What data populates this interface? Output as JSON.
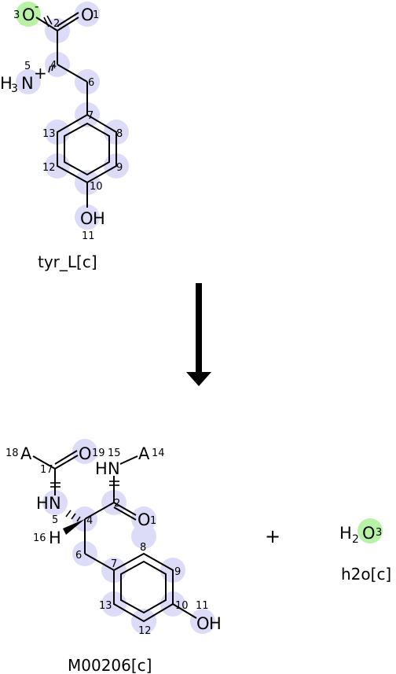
{
  "colors": {
    "atom_highlight": "#dcdcf8",
    "charged_highlight": "#b8f2a6",
    "oxygen": "#cc0000",
    "nitrogen": "#3333cc",
    "hydrogen": "#000000",
    "bond": "#000000",
    "arrow": "#000000"
  },
  "reactant": {
    "name": "tyr_L[c]",
    "atoms": {
      "o3": "O",
      "o3_charge": "-",
      "o1": "O",
      "n5": "N",
      "n5_h": "H",
      "n5_sub": "3",
      "n5_charge": "+",
      "o11": "O",
      "o11_h": "H"
    },
    "atom_numbers": {
      "n1": "1",
      "n2": "2",
      "n3": "3",
      "n4": "4",
      "n5": "5",
      "n6": "6",
      "n7": "7",
      "n8": "8",
      "n9": "9",
      "n10": "10",
      "n11": "11",
      "n12": "12",
      "n13": "13"
    }
  },
  "product": {
    "name": "M00206[c]",
    "atoms": {
      "a18": "A",
      "o19": "O",
      "a14": "A",
      "n15_h": "H",
      "n15": "N",
      "n5_h": "H",
      "n5": "N",
      "o1": "O",
      "h16": "H",
      "o11": "O",
      "o11_h": "H"
    },
    "atom_numbers": {
      "n18": "18",
      "n19": "19",
      "n15": "15",
      "n14": "14",
      "n17": "17",
      "n2": "2",
      "n5": "5",
      "n4": "4",
      "n1": "1",
      "n16": "16",
      "n8": "8",
      "n6": "6",
      "n7": "7",
      "n9": "9",
      "n13": "13",
      "n10": "10",
      "n11": "11",
      "n12": "12"
    }
  },
  "coproduct": {
    "name": "h2o[c]",
    "atoms": {
      "h": "H",
      "sub": "2",
      "o": "O"
    },
    "atom_numbers": {
      "n3": "3"
    }
  },
  "plus_sign": "+"
}
